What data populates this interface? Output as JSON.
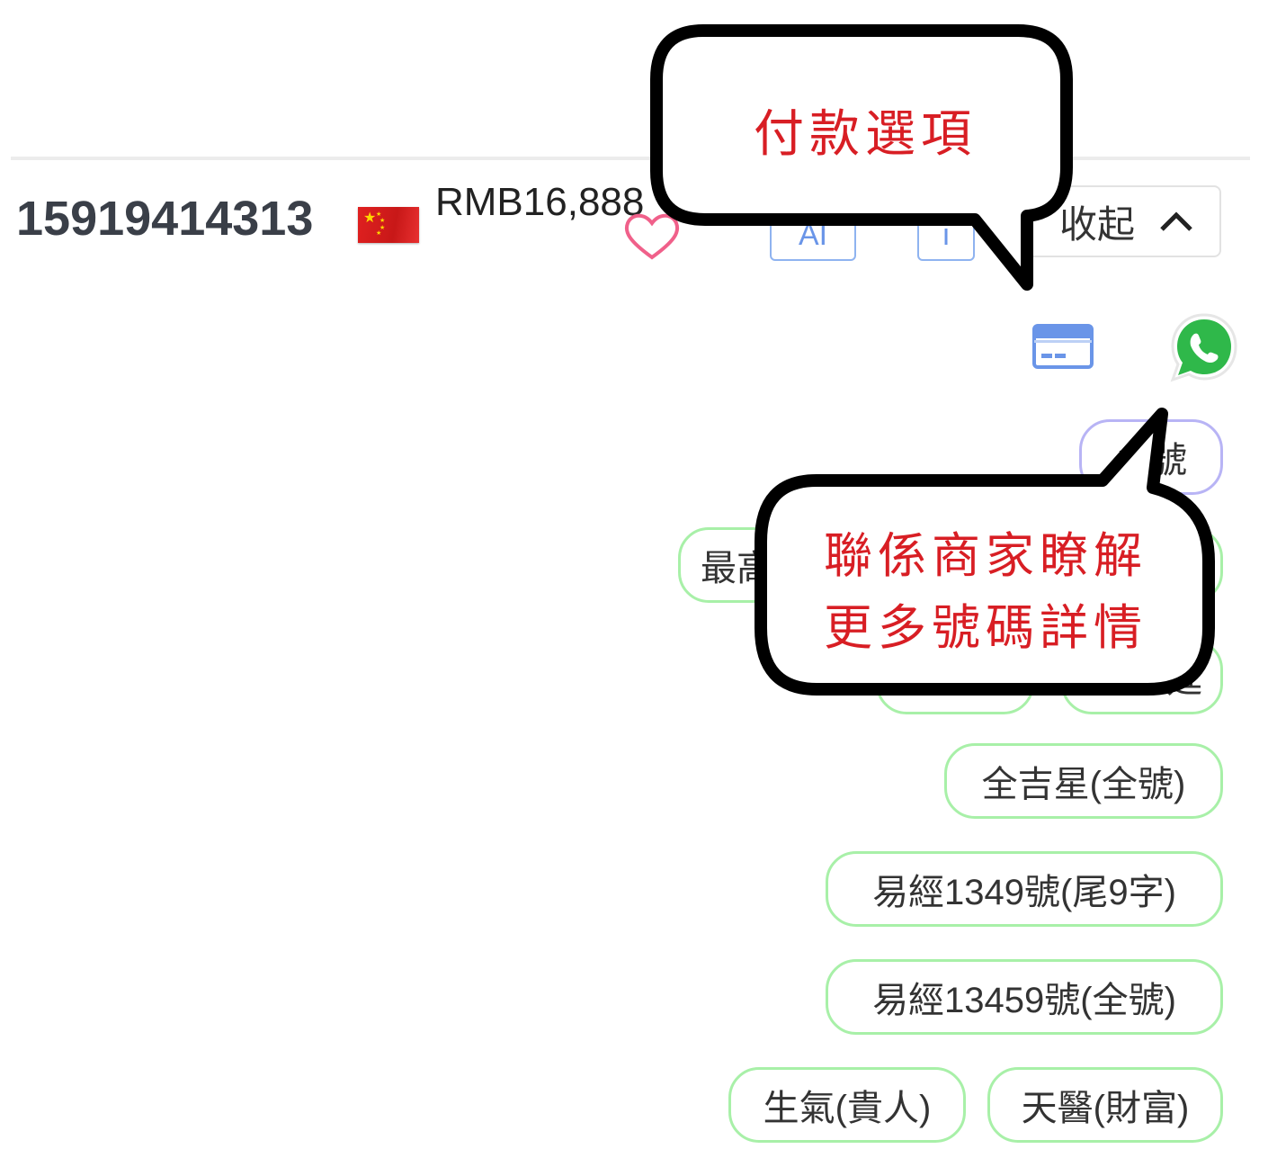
{
  "listing": {
    "phone_number": "15919414313",
    "country_flag": "china-flag",
    "price": "RMB16,888",
    "ai_button_label": "AI",
    "info_button_label": "i",
    "collapse_button_label": "收起",
    "collapse_icon": "chevron-up-icon"
  },
  "actions": {
    "payment_icon": "credit-card-icon",
    "contact_icon": "whatsapp-icon"
  },
  "tags": [
    {
      "label": "多號",
      "style": "purple"
    },
    {
      "label": "最高",
      "style": "green"
    },
    {
      "label": "",
      "style": "green"
    },
    {
      "label": "",
      "style": "green"
    },
    {
      "label": "延",
      "style": "green"
    },
    {
      "label": "全吉星(全號)",
      "style": "green"
    },
    {
      "label": "易經1349號(尾9字)",
      "style": "green"
    },
    {
      "label": "易經13459號(全號)",
      "style": "green"
    },
    {
      "label": "生氣(貴人)",
      "style": "green"
    },
    {
      "label": "天醫(財富)",
      "style": "green"
    }
  ],
  "annotations": {
    "payment_callout": "付款選項",
    "contact_callout_line1": "聯係商家瞭解",
    "contact_callout_line2": "更多號碼詳情",
    "text_color": "#d81e24"
  },
  "colors": {
    "tag_green_border": "#a8f0a8",
    "tag_purple_border": "#b8b4f5",
    "accent_blue": "#6a95e8",
    "whatsapp_green": "#2fb84a",
    "heart_pink": "#f0608a"
  }
}
